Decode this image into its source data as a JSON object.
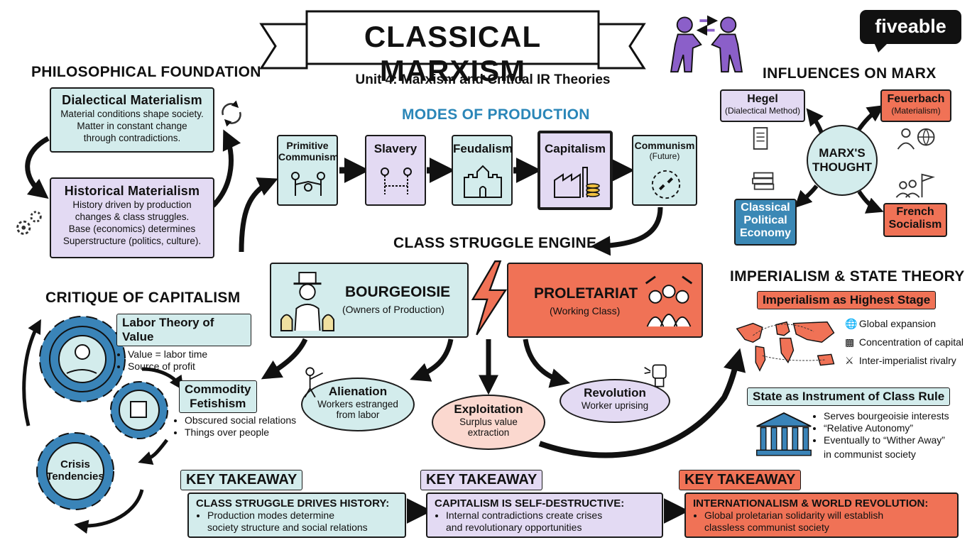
{
  "header": {
    "title": "CLASSICAL MARXISM",
    "subtitle": "Unit 4: Marxism and Critical IR Theories",
    "brand": "fiveable"
  },
  "philosophical": {
    "title": "PHILOSOPHICAL FOUNDATION",
    "dialectical": {
      "heading": "Dialectical Materialism",
      "line1": "Material conditions shape society.",
      "line2": "Matter in constant change",
      "line3": "through contradictions."
    },
    "historical": {
      "heading": "Historical Materialism",
      "line1": "History driven by production",
      "line2": "changes & class struggles.",
      "line3": "Base (economics) determines",
      "line4": "Superstructure (politics, culture)."
    }
  },
  "modes": {
    "title": "MODES OF PRODUCTION",
    "items": [
      {
        "line1": "Primitive",
        "line2": "Communism"
      },
      {
        "line1": "Slavery",
        "line2": ""
      },
      {
        "line1": "Feudalism",
        "line2": ""
      },
      {
        "line1": "Capitalism",
        "line2": ""
      },
      {
        "line1": "Communism",
        "line2": "(Future)"
      }
    ]
  },
  "influences": {
    "title": "INFLUENCES ON MARX",
    "center_line1": "MARX'S",
    "center_line2": "THOUGHT",
    "hegel": {
      "line1": "Hegel",
      "line2": "(Dialectical Method)"
    },
    "feuerbach": {
      "line1": "Feuerbach",
      "line2": "(Materialism)"
    },
    "classical": {
      "line1": "Classical",
      "line2": "Political",
      "line3": "Economy"
    },
    "french": {
      "line1": "French",
      "line2": "Socialism"
    }
  },
  "class_struggle": {
    "title": "CLASS STRUGGLE ENGINE",
    "bourgeoisie": {
      "heading": "BOURGEOISIE",
      "sub": "(Owners of Production)"
    },
    "proletariat": {
      "heading": "PROLETARIAT",
      "sub": "(Working Class)"
    },
    "alienation": {
      "heading": "Alienation",
      "line1": "Workers estranged",
      "line2": "from labor"
    },
    "exploitation": {
      "heading": "Exploitation",
      "line1": "Surplus value",
      "line2": "extraction"
    },
    "revolution": {
      "heading": "Revolution",
      "line1": "Worker uprising"
    }
  },
  "critique": {
    "title": "CRITIQUE OF CAPITALISM",
    "labor": {
      "heading": "Labor Theory of Value",
      "bullets": [
        "Value = labor time",
        "Source of profit"
      ]
    },
    "fetishism": {
      "heading1": "Commodity",
      "heading2": "Fetishism",
      "bullets": [
        "Obscured social relations",
        "Things over people"
      ]
    },
    "crisis": {
      "line1": "Crisis",
      "line2": "Tendencies"
    }
  },
  "imperialism": {
    "title": "IMPERIALISM & STATE THEORY",
    "highest_stage": "Imperialism as Highest Stage",
    "points": [
      "Global expansion",
      "Concentration of capital",
      "Inter-imperialist rivalry"
    ],
    "state_title": "State as Instrument of Class Rule",
    "state_points": [
      "Serves bourgeoisie interests",
      "“Relative Autonomy”",
      "Eventually to “Wither Away”"
    ],
    "state_point_cont": "in communist society"
  },
  "takeaways": [
    {
      "tag": "KEY TAKEAWAY",
      "headline": "CLASS STRUGGLE DRIVES HISTORY:",
      "line1": "Production modes determine",
      "line2": "society structure and social relations"
    },
    {
      "tag": "KEY TAKEAWAY",
      "headline": "CAPITALISM IS SELF-DESTRUCTIVE:",
      "line1": "Internal contradictions create crises",
      "line2": "and revolutionary opportunities"
    },
    {
      "tag": "KEY TAKEAWAY",
      "headline": "INTERNATIONALISM & WORLD REVOLUTION:",
      "line1": "Global proletarian solidarity will establish",
      "line2": "classless communist society"
    }
  ],
  "colors": {
    "teal": "#d3ecec",
    "lavender": "#e3daf3",
    "coral": "#f07256",
    "blue": "#3b88b5",
    "gear_blue": "#3a84b8",
    "mode_heading": "#2a86b8",
    "purple_icon": "#8b5fc9"
  },
  "icons": {
    "header": "handshake-struggle-icon",
    "brand": "fiveable-logo",
    "cycle": "cycle-arrows-icon",
    "gears": "gears-icon",
    "scroll": "scroll-icon",
    "books": "books-icon",
    "people_globe": "people-globe-icon",
    "flag_people": "flag-crowd-icon",
    "capitalist": "top-hat-capitalist-icon",
    "workers": "workers-group-icon",
    "lightning": "lightning-icon",
    "world_map": "world-map-icon",
    "capitol": "government-building-icon"
  }
}
